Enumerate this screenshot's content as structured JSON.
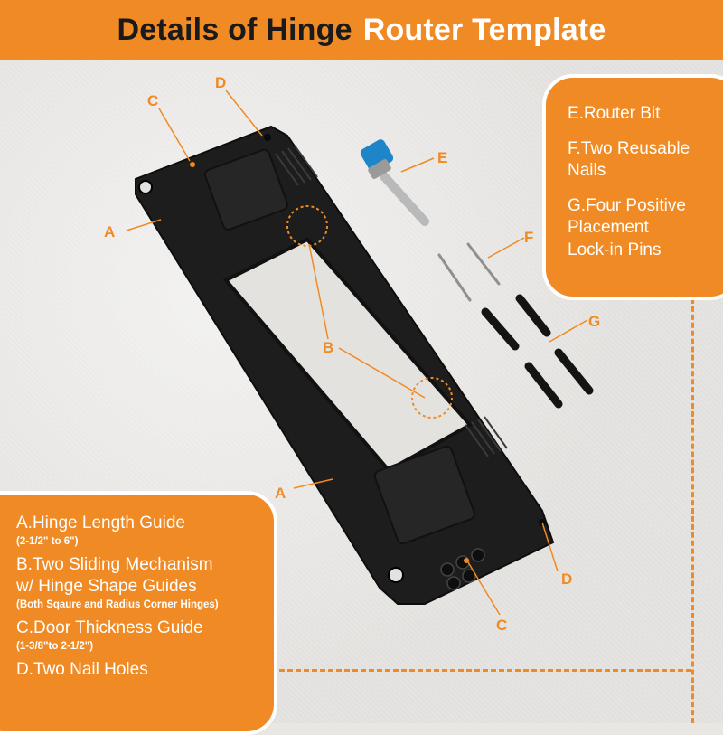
{
  "title": {
    "part1": "Details of Hinge",
    "part2": "Router Template"
  },
  "right_panel": {
    "e_line1": "E.Router Bit",
    "f_line1": "F.Two Reusable",
    "f_line2": "Nails",
    "g_line1": "G.Four Positive",
    "g_line2": "Placement",
    "g_line3": "Lock-in Pins"
  },
  "left_panel": {
    "a_title": "A.Hinge Length Guide",
    "a_sub": "(2-1/2\" to 6\")",
    "b_title1": "B.Two Sliding Mechanism",
    "b_title2": "w/ Hinge Shape Guides",
    "b_sub": "(Both Sqaure and Radius Corner Hinges)",
    "c_title": "C.Door Thickness Guide",
    "c_sub": "(1-3/8\"to 2-1/2\")",
    "d_title": "D.Two Nail Holes"
  },
  "callouts": {
    "a": "A",
    "b": "B",
    "c": "C",
    "d": "D",
    "e": "E",
    "f": "F",
    "g": "G"
  },
  "colors": {
    "accent": "#f08a24",
    "template": "#1d1d1d",
    "background": "#e6e4e1"
  }
}
